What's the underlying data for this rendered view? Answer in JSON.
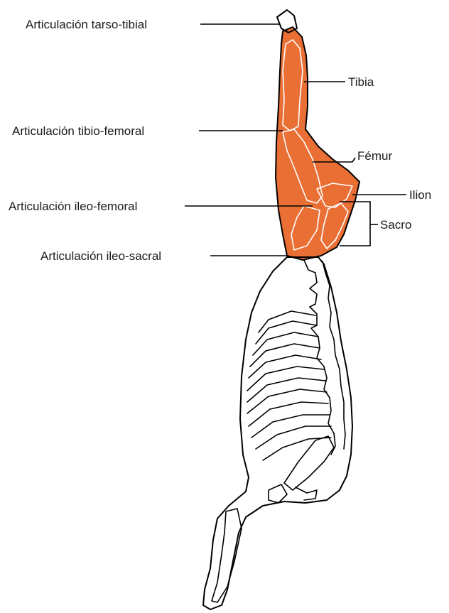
{
  "labels": {
    "tarso_tibial": "Articulación tarso-tibial",
    "tibia": "Tibia",
    "tibio_femoral": "Articulación tibio-femoral",
    "femur": "Fémur",
    "ilion": "Ilion",
    "ileo_femoral": "Articulación ileo-femoral",
    "sacro": "Sacro",
    "ileo_sacral": "Articulación ileo-sacral"
  },
  "colors": {
    "highlight": "#ea6f35",
    "outline": "#000000",
    "background": "#ffffff"
  }
}
